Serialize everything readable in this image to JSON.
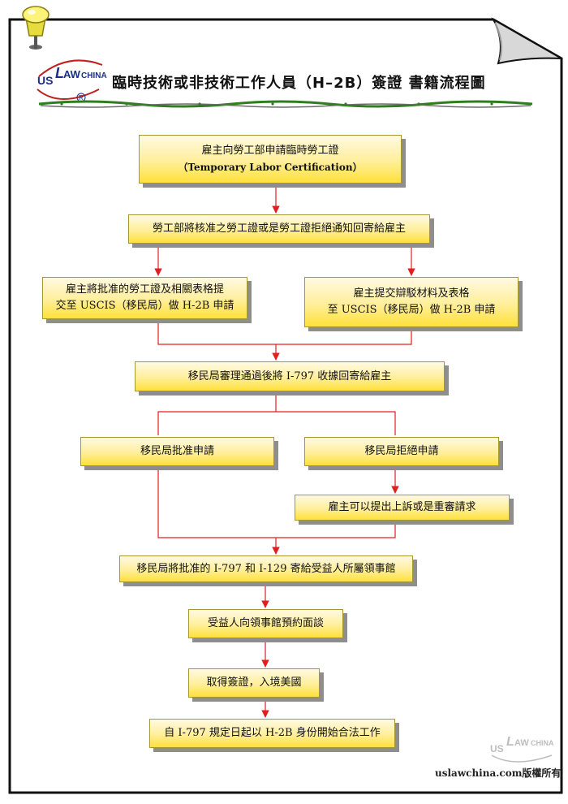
{
  "header": {
    "title": "臨時技術或非技術工作人員（H–2B）簽證 書籍流程圖",
    "logo_text": "US LAW CHINA"
  },
  "flow": {
    "step_1": {
      "line_1": "雇主向勞工部申請臨時勞工證",
      "line_2": "（Temporary Labor Certification）"
    },
    "step_2": "勞工部將核准之勞工證或是勞工證拒絕通知回寄給雇主",
    "branch_left": {
      "line_1": "雇主將批准的勞工證及相關表格提",
      "line_2": "交至 USCIS（移民局）做 H-2B 申請"
    },
    "branch_right": {
      "line_1": "雇主提交辯駁材料及表格",
      "line_2": "至 USCIS（移民局）做 H-2B 申請"
    },
    "step_3": "移民局審理通過後將 I-797 收據回寄給雇主",
    "approve": "移民局批准申請",
    "deny": "移民局拒絕申請",
    "appeal": "雇主可以提出上訴或是重審請求",
    "step_4": "移民局將批准的 I-797 和 I-129 寄給受益人所屬領事館",
    "step_5": "受益人向領事館預約面談",
    "step_6": "取得簽證，入境美國",
    "step_7": "自 I-797 規定日起以 H-2B 身份開始合法工作"
  },
  "footer": {
    "copyright": "uslawchina.com版權所有",
    "watermark_text": "US LAW CHINA"
  },
  "colors": {
    "arrow": "#e02020",
    "box_fill_top": "#fff9e3",
    "box_fill_bottom": "#ffe03a",
    "box_border": "#a7972d",
    "shadow": "#8e8e8e",
    "divider": "#2e7d1e"
  }
}
